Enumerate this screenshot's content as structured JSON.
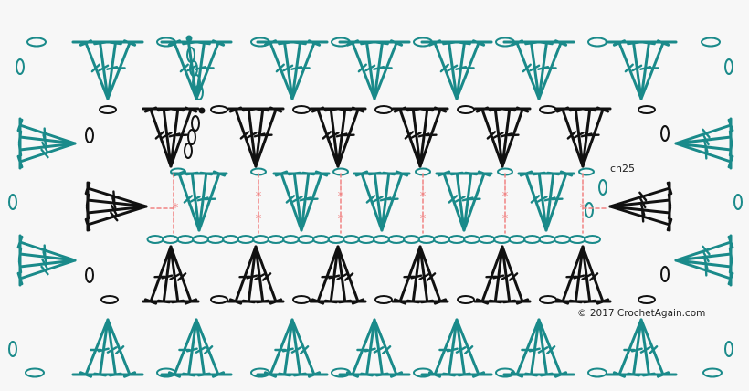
{
  "diagram": {
    "chain_label": "ch25",
    "credit": "© 2017 CrochetAgain.com",
    "colors": {
      "background": "#f7f7f7",
      "teal": "#1a8a8a",
      "black": "#111111",
      "guide": "#f08080"
    },
    "rows": [
      {
        "name": "outer-top-row",
        "color": "teal",
        "orientation": "v",
        "groups": 7
      },
      {
        "name": "inner-top-row",
        "color": "black",
        "orientation": "v",
        "groups": 6
      },
      {
        "name": "foundation-top-row",
        "color": "teal",
        "orientation": "v",
        "groups": 6
      },
      {
        "name": "inner-bottom-row",
        "color": "black",
        "orientation": "a",
        "groups": 6
      },
      {
        "name": "outer-bottom-row",
        "color": "teal",
        "orientation": "a",
        "groups": 7
      }
    ],
    "symbols": [
      "double-crochet",
      "chain-stitch",
      "slip-stitch",
      "stitch-marker"
    ]
  }
}
